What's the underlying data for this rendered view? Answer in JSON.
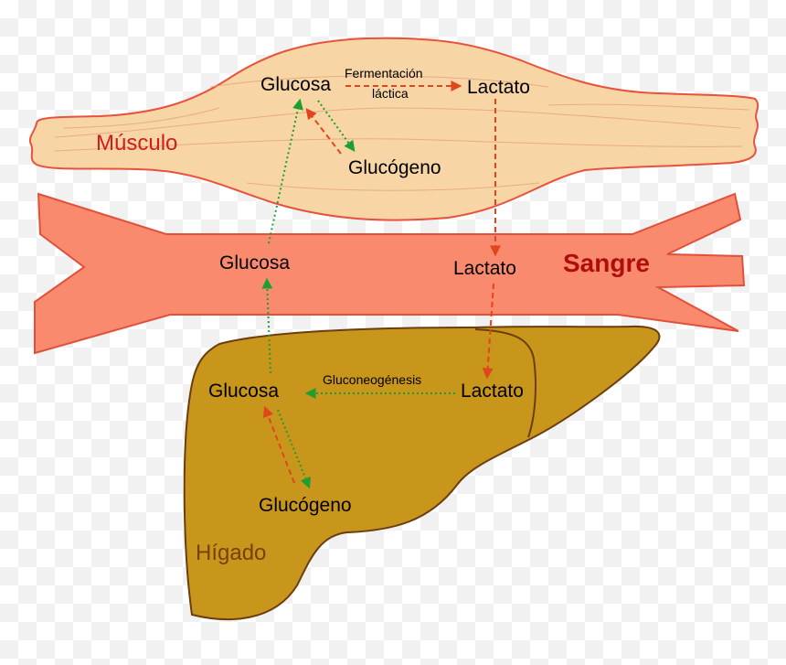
{
  "organs": {
    "muscle": "Músculo",
    "blood": "Sangre",
    "liver": "Hígado"
  },
  "muscle": {
    "glucose": "Glucosa",
    "lactate": "Lactato",
    "glycogen": "Glucógeno",
    "process_line1": "Fermentación",
    "process_line2": "láctica"
  },
  "blood": {
    "glucose": "Glucosa",
    "lactate": "Lactato"
  },
  "liver": {
    "glucose": "Glucosa",
    "lactate": "Lactato",
    "glycogen": "Glucógeno",
    "process": "Gluconeogénesis"
  },
  "colors": {
    "muscle_fill": "#f8d5a5",
    "muscle_stroke": "#e8523c",
    "blood_fill": "#fa8a6e",
    "blood_stroke": "#e0503a",
    "liver_fill": "#c9961c",
    "liver_stroke": "#6b3d0f",
    "red_arrow": "#e0451e",
    "green_arrow": "#1e9e2e",
    "muscle_label": "#d21b1b",
    "blood_label": "#b00d0d",
    "liver_label": "#7a3e0c"
  }
}
